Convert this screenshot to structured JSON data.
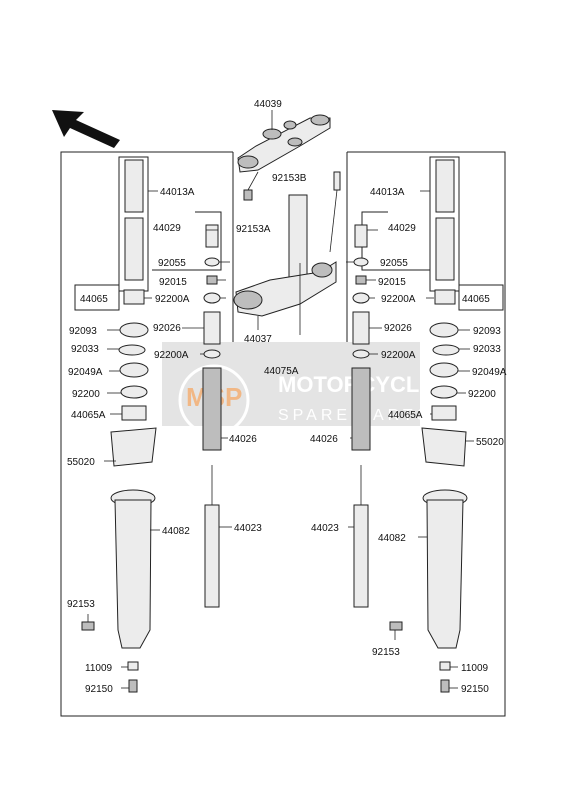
{
  "parts": {
    "p44039": "44039",
    "p92153B": "92153B",
    "p92153A": "92153A",
    "p44037": "44037",
    "p44075A": "44075A",
    "l44013A": "44013A",
    "l44029": "44029",
    "l92055": "92055",
    "l44065": "44065",
    "l92015": "92015",
    "l92200A_1": "92200A",
    "l92093": "92093",
    "l92026": "92026",
    "l92033": "92033",
    "l92200A_2": "92200A",
    "l92049A": "92049A",
    "l92200": "92200",
    "l44065A": "44065A",
    "l44026": "44026",
    "l55020": "55020",
    "l44082": "44082",
    "l44023": "44023",
    "l92153": "92153",
    "l11009": "11009",
    "l92150": "92150",
    "r44013A": "44013A",
    "r44029": "44029",
    "r92055": "92055",
    "r44065": "44065",
    "r92015": "92015",
    "r92200A_1": "92200A",
    "r92093": "92093",
    "r92026": "92026",
    "r92033": "92033",
    "r92200A_2": "92200A",
    "r92049A": "92049A",
    "r92200": "92200",
    "r44065A": "44065A",
    "r44026": "44026",
    "r55020": "55020",
    "r44082": "44082",
    "r44023": "44023",
    "r92153": "92153",
    "r11009": "11009",
    "r92150": "92150"
  },
  "watermark": {
    "logo_text": "MSP",
    "brand_line1": "MOTORCYCLE",
    "brand_line2": "SPARE PARTS"
  },
  "icons": {
    "direction_arrow": "front-direction-arrow-icon"
  }
}
